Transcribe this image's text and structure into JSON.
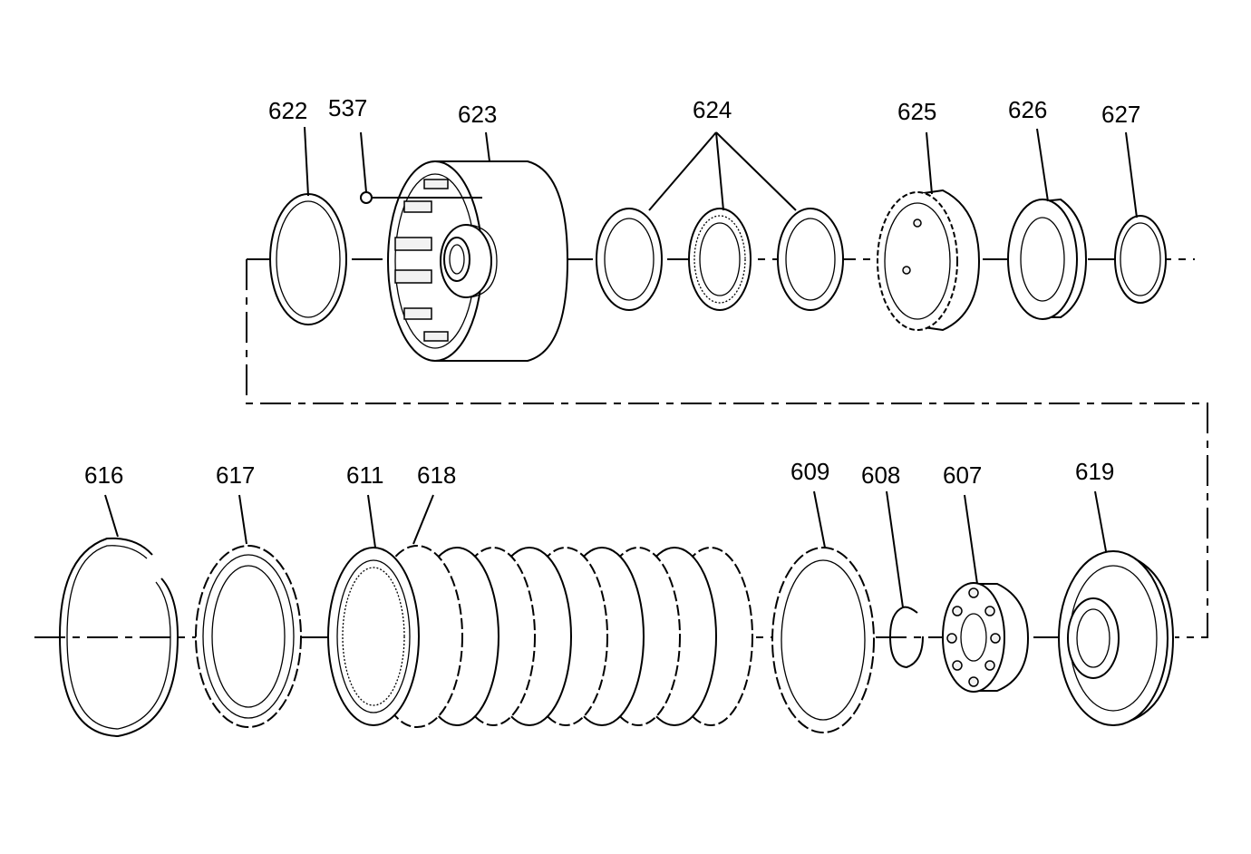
{
  "labels": {
    "l622": "622",
    "l537": "537",
    "l623": "623",
    "l624": "624",
    "l625": "625",
    "l626": "626",
    "l627": "627",
    "l616": "616",
    "l617": "617",
    "l611": "611",
    "l618": "618",
    "l609": "609",
    "l608": "608",
    "l607": "607",
    "l619": "619"
  }
}
